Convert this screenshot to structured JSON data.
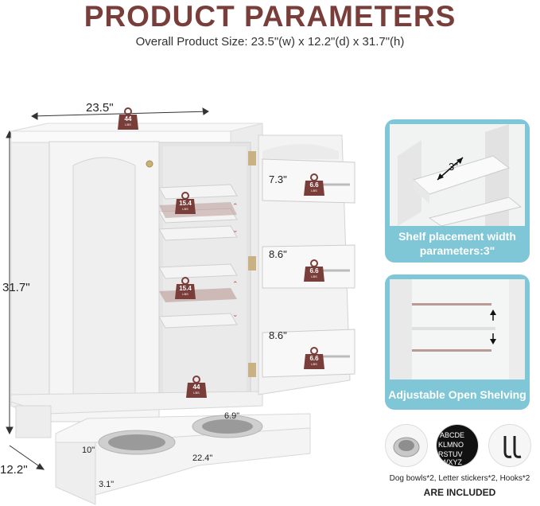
{
  "header": {
    "title": "PRODUCT PARAMETERS",
    "subtitle": "Overall Product Size: 23.5\"(w) x 12.2\"(d) x 31.7\"(h)"
  },
  "dimensions": {
    "width": "23.5\"",
    "height": "31.7\"",
    "depth": "12.2\"",
    "door_shelf_1": "7.3\"",
    "door_shelf_2": "8.6\"",
    "door_shelf_3": "8.6\"",
    "bowl_width": "6.9\"",
    "stand_depth": "10\"",
    "stand_width": "22.4\"",
    "stand_height": "3.1\""
  },
  "weights": {
    "top": {
      "value": "44",
      "unit": "LBS"
    },
    "shelf_upper": {
      "value": "15.4",
      "unit": "LBS"
    },
    "shelf_lower": {
      "value": "15.4",
      "unit": "LBS"
    },
    "bottom": {
      "value": "44",
      "unit": "LBS"
    },
    "door_1": {
      "value": "6.6",
      "unit": "LBS"
    },
    "door_2": {
      "value": "6.6",
      "unit": "LBS"
    },
    "door_3": {
      "value": "6.6",
      "unit": "LBS"
    }
  },
  "panels": {
    "shelf_width": {
      "measure": "3\"",
      "caption_line1": "Shelf placement width",
      "caption_line2": "parameters:3\""
    },
    "adjustable": {
      "caption": "Adjustable Open Shelving"
    }
  },
  "accessories": {
    "items_label": "Dog bowls*2, Letter stickers*2, Hooks*2",
    "included_label": "ARE INCLUDED",
    "icons": [
      "dog-bowl-icon",
      "letter-stickers-icon",
      "hook-icon"
    ]
  },
  "colors": {
    "title": "#7a3e3a",
    "weight_badge": "#7a3e3a",
    "panel": "#7fc6d6"
  }
}
